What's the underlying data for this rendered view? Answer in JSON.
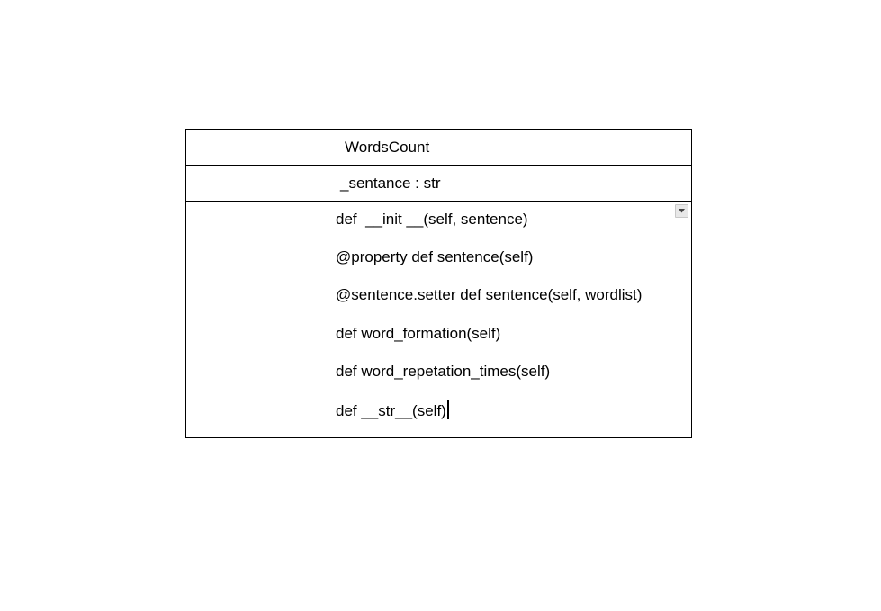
{
  "class_box": {
    "name": "WordsCount",
    "attributes": [
      "_sentance : str"
    ],
    "methods": [
      "def  __init __(self, sentence)",
      "@property def sentence(self)",
      "@sentence.setter def sentence(self, wordlist)",
      "def word_formation(self)",
      "def word_repetation_times(self)",
      "def __str__(self)"
    ]
  },
  "icons": {
    "dropdown": "chevron-down-icon"
  },
  "colors": {
    "border": "#000000",
    "text": "#000000",
    "dropdown_bg": "#e8e8e8"
  }
}
